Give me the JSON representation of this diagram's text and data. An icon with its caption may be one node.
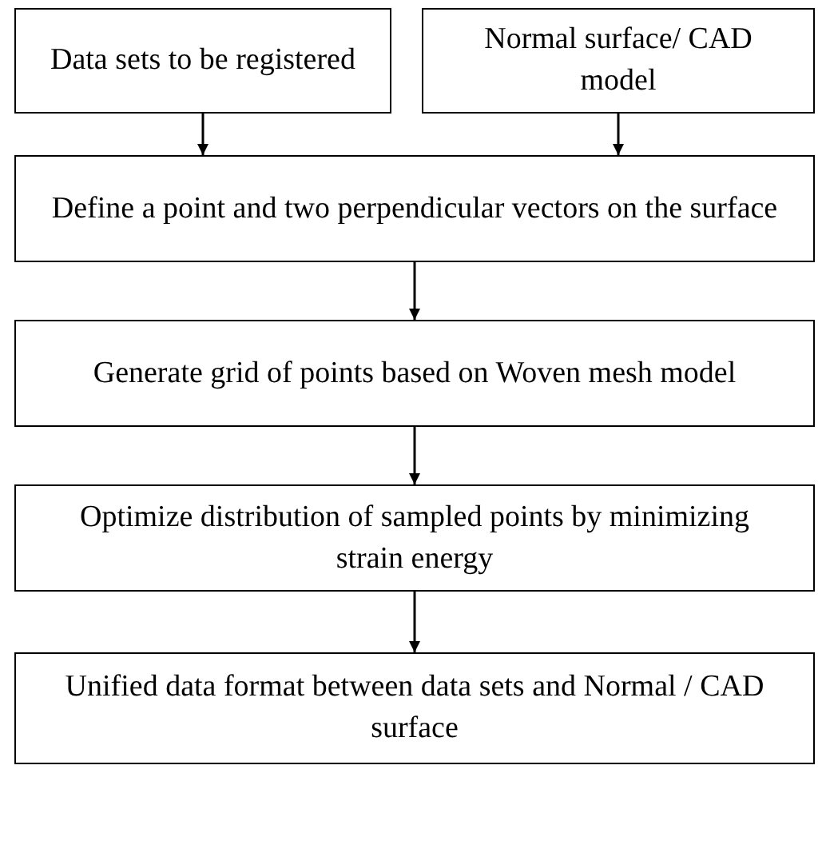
{
  "diagram": {
    "nodes": [
      {
        "text": [
          "Data sets to be registered"
        ]
      },
      {
        "text": [
          "Normal surface/ CAD model"
        ]
      },
      {
        "text": [
          "Define a point and two perpendicular vectors on the surface"
        ]
      },
      {
        "text": [
          "Generate grid of points based on Woven mesh model"
        ]
      },
      {
        "text": [
          "Optimize distribution of sampled points by minimizing strain energy"
        ]
      },
      {
        "text": [
          "Unified data format between data sets and Normal / CAD surface"
        ]
      }
    ],
    "edges": [
      {
        "from": 0,
        "to": 2,
        "arrow": "to"
      },
      {
        "from": 1,
        "to": 2,
        "arrow": "to"
      },
      {
        "from": 2,
        "to": 3,
        "arrow": "to"
      },
      {
        "from": 3,
        "to": 4,
        "arrow": "to"
      },
      {
        "from": 4,
        "to": 5,
        "arrow": "to"
      }
    ]
  }
}
